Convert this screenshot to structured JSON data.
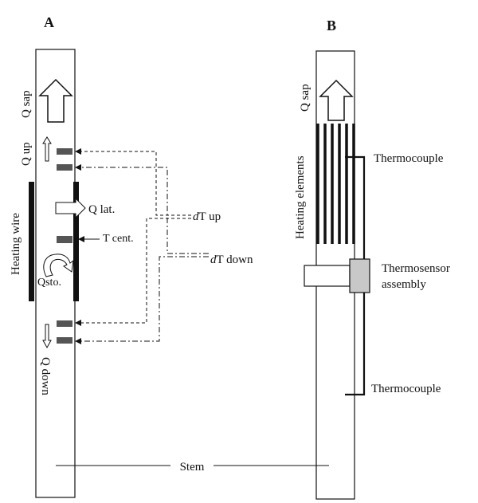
{
  "panels": {
    "a": {
      "letter": "A"
    },
    "b": {
      "letter": "B"
    }
  },
  "panel_a": {
    "q_sap": "Q sap",
    "q_up": "Q up",
    "heating_wire": "Heating wire",
    "q_lat": "Q lat.",
    "t_cent": "T cent.",
    "q_sto": "Qsto.",
    "q_down": "Q down",
    "dt_up_prefix": "d",
    "dt_up_suffix": "T up",
    "dt_down_prefix": "d",
    "dt_down_suffix": "T down"
  },
  "panel_b": {
    "q_sap": "Q sap",
    "heating_elements": "Heating elements",
    "thermocouple_top": "Thermocouple",
    "thermosensor_line1": "Thermosensor",
    "thermosensor_line2": "assembly",
    "thermocouple_bottom": "Thermocouple"
  },
  "stem_label": "Stem",
  "colors": {
    "sensor_fill": "#555555",
    "assembly_fill": "#c8c8c8",
    "stroke": "#111111"
  }
}
